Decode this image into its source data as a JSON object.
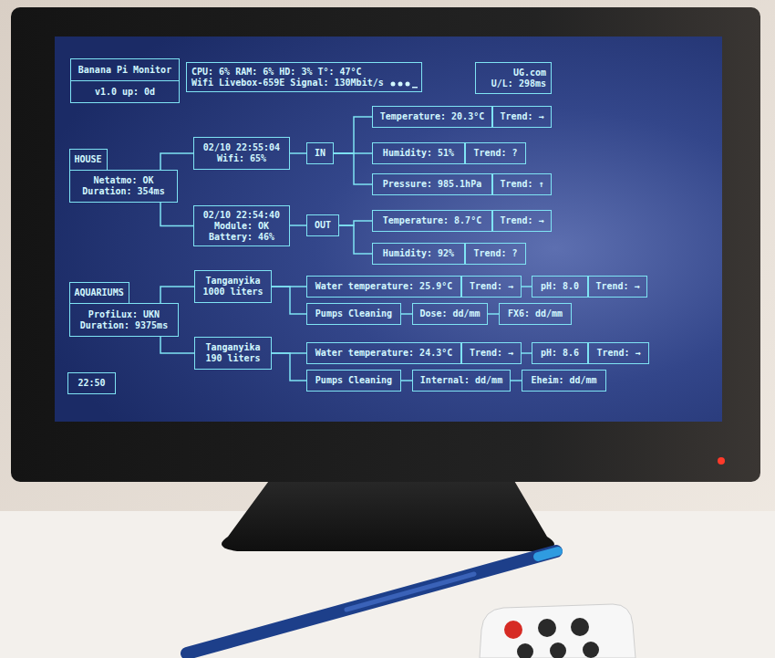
{
  "diagram": {
    "nodes": [
      {
        "text": [
          "Banana Pi Monitor",
          "v1.0 up: 0d"
        ]
      },
      {
        "text": [
          "CPU: 6% RAM: 6% HD: 3% T°: 47°C",
          "Wifi Livebox-659E Signal: 130Mbit/s"
        ]
      },
      {
        "text": [
          "UG.com",
          "U/L: 298ms"
        ]
      },
      {
        "text": [
          "HOUSE",
          "Netatmo: OK Duration: 354ms"
        ]
      },
      {
        "text": [
          "02/10 22:55:04 Wifi: 65%"
        ]
      },
      {
        "text": [
          "IN"
        ]
      },
      {
        "text": [
          "Temperature: 20.3°C"
        ]
      },
      {
        "text": [
          "Trend: →"
        ]
      },
      {
        "text": [
          "Humidity: 51%"
        ]
      },
      {
        "text": [
          "Trend: ?"
        ]
      },
      {
        "text": [
          "Pressure: 985.1hPa"
        ]
      },
      {
        "text": [
          "Trend: ↑"
        ]
      },
      {
        "text": [
          "02/10 22:54:40 Module: OK Battery: 46%"
        ]
      },
      {
        "text": [
          "OUT"
        ]
      },
      {
        "text": [
          "Temperature: 8.7°C"
        ]
      },
      {
        "text": [
          "Trend: →"
        ]
      },
      {
        "text": [
          "Humidity: 92%"
        ]
      },
      {
        "text": [
          "Trend: ?"
        ]
      },
      {
        "text": [
          "AQUARIUMS",
          "ProfiLux: UKN Duration: 9375ms"
        ]
      },
      {
        "text": [
          "Tanganyika 1000 liters"
        ]
      },
      {
        "text": [
          "Water temperature: 25.9°C"
        ]
      },
      {
        "text": [
          "Trend: →"
        ]
      },
      {
        "text": [
          "pH: 8.0"
        ]
      },
      {
        "text": [
          "Trend: →"
        ]
      },
      {
        "text": [
          "Pumps Cleaning"
        ]
      },
      {
        "text": [
          "Dose: dd/mm"
        ]
      },
      {
        "text": [
          "FX6: dd/mm"
        ]
      },
      {
        "text": [
          "Tanganyika 190 liters"
        ]
      },
      {
        "text": [
          "Water temperature: 24.3°C"
        ]
      },
      {
        "text": [
          "Trend: →"
        ]
      },
      {
        "text": [
          "pH: 8.6"
        ]
      },
      {
        "text": [
          "Trend: →"
        ]
      },
      {
        "text": [
          "Pumps Cleaning"
        ]
      },
      {
        "text": [
          "Internal: dd/mm"
        ]
      },
      {
        "text": [
          "Eheim: dd/mm"
        ]
      },
      {
        "text": [
          "22:50"
        ]
      }
    ],
    "edges": [
      {
        "from": 3,
        "to": 4,
        "arrow": "none"
      },
      {
        "from": 3,
        "to": 12,
        "arrow": "none"
      },
      {
        "from": 4,
        "to": 5,
        "arrow": "none"
      },
      {
        "from": 5,
        "to": 6,
        "arrow": "none"
      },
      {
        "from": 5,
        "to": 8,
        "arrow": "none"
      },
      {
        "from": 5,
        "to": 10,
        "arrow": "none"
      },
      {
        "from": 12,
        "to": 13,
        "arrow": "none"
      },
      {
        "from": 13,
        "to": 14,
        "arrow": "none"
      },
      {
        "from": 13,
        "to": 16,
        "arrow": "none"
      },
      {
        "from": 18,
        "to": 19,
        "arrow": "none"
      },
      {
        "from": 18,
        "to": 27,
        "arrow": "none"
      },
      {
        "from": 19,
        "to": 20,
        "arrow": "none"
      },
      {
        "from": 19,
        "to": 24,
        "arrow": "none"
      },
      {
        "from": 21,
        "to": 22,
        "arrow": "none"
      },
      {
        "from": 24,
        "to": 25,
        "arrow": "none"
      },
      {
        "from": 25,
        "to": 26,
        "arrow": "none"
      },
      {
        "from": 27,
        "to": 28,
        "arrow": "none"
      },
      {
        "from": 27,
        "to": 32,
        "arrow": "none"
      },
      {
        "from": 29,
        "to": 30,
        "arrow": "none"
      },
      {
        "from": 32,
        "to": 33,
        "arrow": "none"
      },
      {
        "from": 33,
        "to": 34,
        "arrow": "none"
      }
    ]
  }
}
